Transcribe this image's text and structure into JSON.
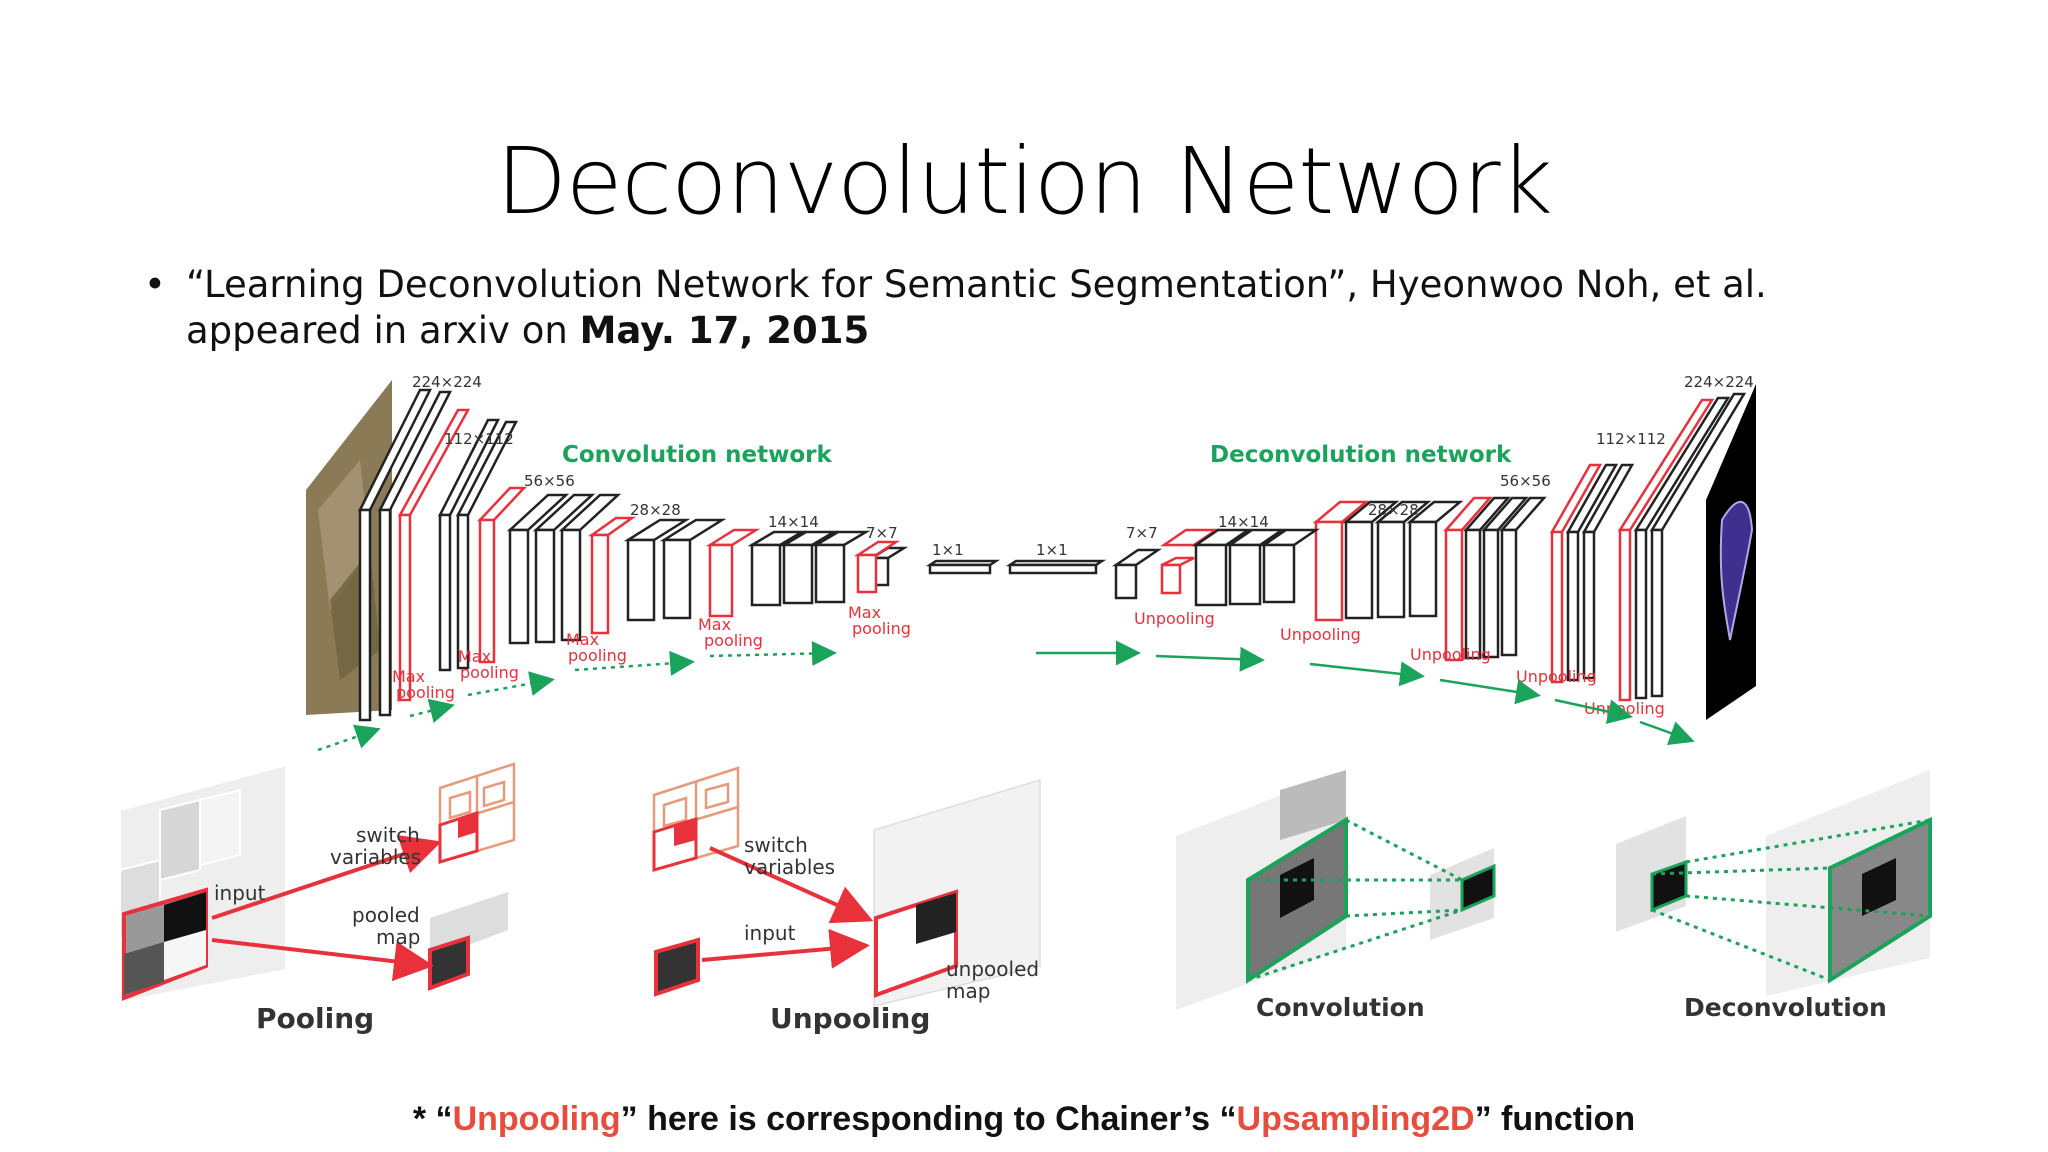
{
  "title": "Deconvolution Network",
  "bullet": {
    "marker": "•",
    "text_before": "“Learning Deconvolution Network for Semantic Segmentation”, Hyeonwoo Noh, et al. appeared in arxiv on ",
    "date": "May. 17, 2015"
  },
  "network": {
    "conv_heading": "Convolution network",
    "deconv_heading": "Deconvolution network",
    "conv_sizes": [
      "224×224",
      "112×112",
      "56×56",
      "28×28",
      "14×14",
      "7×7",
      "1×1"
    ],
    "deconv_sizes": [
      "1×1",
      "7×7",
      "14×14",
      "28×28",
      "56×56",
      "112×112",
      "224×224"
    ],
    "max_label_1": "Max",
    "max_label_2": "pooling",
    "unpooling_label": "Unpooling"
  },
  "panels": {
    "pooling": {
      "caption": "Pooling",
      "input_label": "input",
      "switch_line1": "switch",
      "switch_line2": "variables",
      "pooled_line1": "pooled",
      "pooled_line2": "map"
    },
    "unpooling": {
      "caption": "Unpooling",
      "switch_line1": "switch",
      "switch_line2": "variables",
      "input_label": "input",
      "unpooled_line1": "unpooled",
      "unpooled_line2": "map"
    },
    "convolution": {
      "caption": "Convolution"
    },
    "deconvolution": {
      "caption": "Deconvolution"
    }
  },
  "footnote": {
    "prefix": "* “",
    "term1": "Unpooling",
    "middle": "” here is corresponding to Chainer’s “",
    "term2": "Upsampling2D",
    "suffix": "” function"
  },
  "colors": {
    "green": "#1aa35a",
    "red": "#e8313b",
    "dark": "#222222"
  }
}
